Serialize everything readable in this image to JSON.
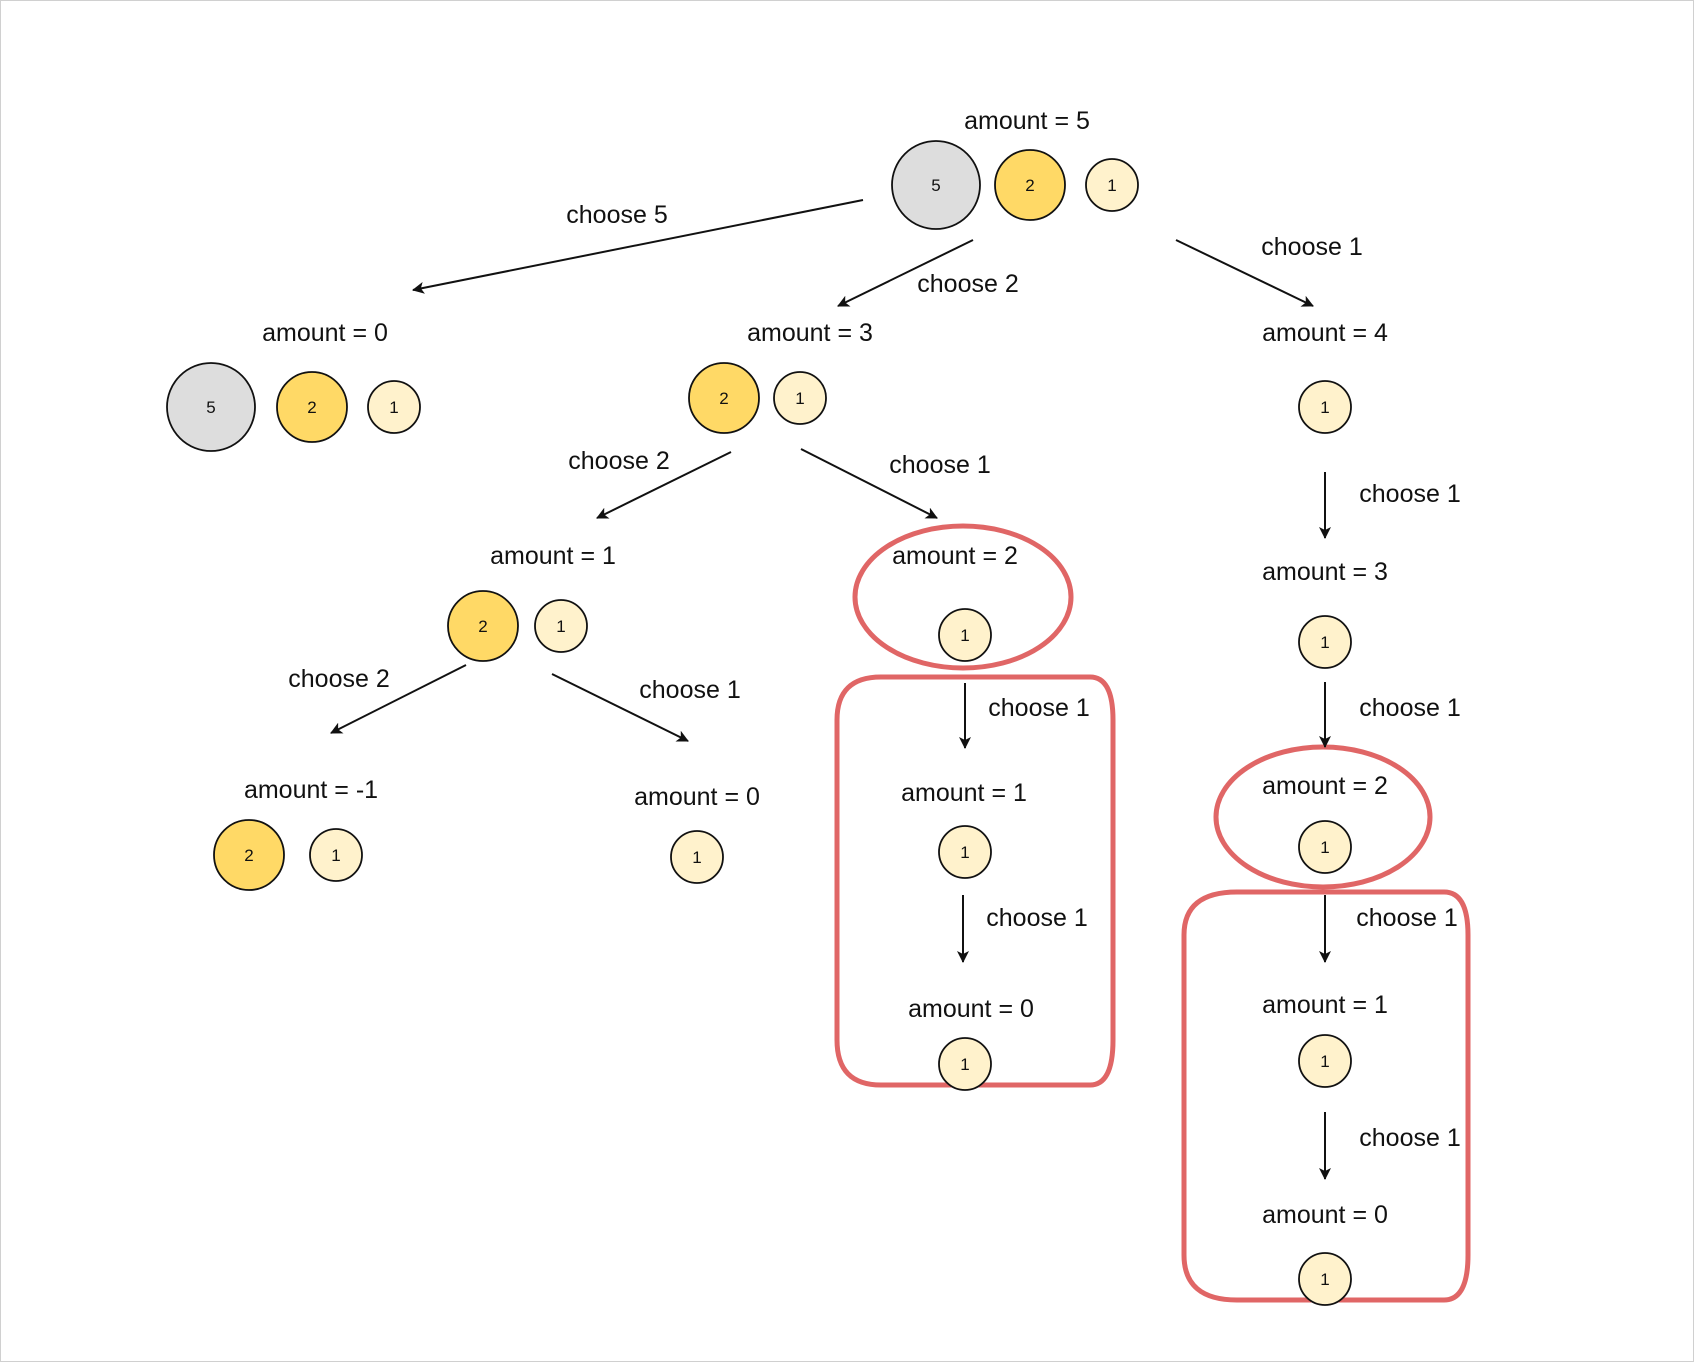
{
  "colors": {
    "coin_5": "#dddddd",
    "coin_2": "#ffd966",
    "coin_1": "#fff2cc",
    "highlight": "#e06666",
    "ink": "#111111"
  },
  "nodes": [
    {
      "id": "n_root",
      "label": "amount = 5",
      "coins": [
        "5",
        "2",
        "1"
      ]
    },
    {
      "id": "n_0a",
      "label": "amount = 0",
      "coins": [
        "5",
        "2",
        "1"
      ]
    },
    {
      "id": "n_3",
      "label": "amount = 3",
      "coins": [
        "2",
        "1"
      ]
    },
    {
      "id": "n_4",
      "label": "amount = 4",
      "coins": [
        "1"
      ]
    },
    {
      "id": "n_1a",
      "label": "amount = 1",
      "coins": [
        "2",
        "1"
      ]
    },
    {
      "id": "n_2a",
      "label": "amount = 2",
      "coins": [
        "1"
      ]
    },
    {
      "id": "n_3b",
      "label": "amount = 3",
      "coins": [
        "1"
      ]
    },
    {
      "id": "n_m1",
      "label": "amount = -1",
      "coins": [
        "2",
        "1"
      ]
    },
    {
      "id": "n_0b",
      "label": "amount = 0",
      "coins": [
        "1"
      ]
    },
    {
      "id": "n_1b",
      "label": "amount = 1",
      "coins": [
        "1"
      ]
    },
    {
      "id": "n_0c",
      "label": "amount = 0",
      "coins": [
        "1"
      ]
    },
    {
      "id": "n_2b",
      "label": "amount = 2",
      "coins": [
        "1"
      ]
    },
    {
      "id": "n_1c",
      "label": "amount = 1",
      "coins": [
        "1"
      ]
    },
    {
      "id": "n_0d",
      "label": "amount = 0",
      "coins": [
        "1"
      ]
    }
  ],
  "edges": [
    {
      "id": "e1",
      "label": "choose 5"
    },
    {
      "id": "e2",
      "label": "choose 2"
    },
    {
      "id": "e3",
      "label": "choose 1"
    },
    {
      "id": "e4",
      "label": "choose 2"
    },
    {
      "id": "e5",
      "label": "choose 1"
    },
    {
      "id": "e6",
      "label": "choose 1"
    },
    {
      "id": "e7",
      "label": "choose 2"
    },
    {
      "id": "e8",
      "label": "choose 1"
    },
    {
      "id": "e9",
      "label": "choose 1"
    },
    {
      "id": "e10",
      "label": "choose 1"
    },
    {
      "id": "e11",
      "label": "choose 1"
    },
    {
      "id": "e12",
      "label": "choose 1"
    },
    {
      "id": "e13",
      "label": "choose 1"
    }
  ]
}
